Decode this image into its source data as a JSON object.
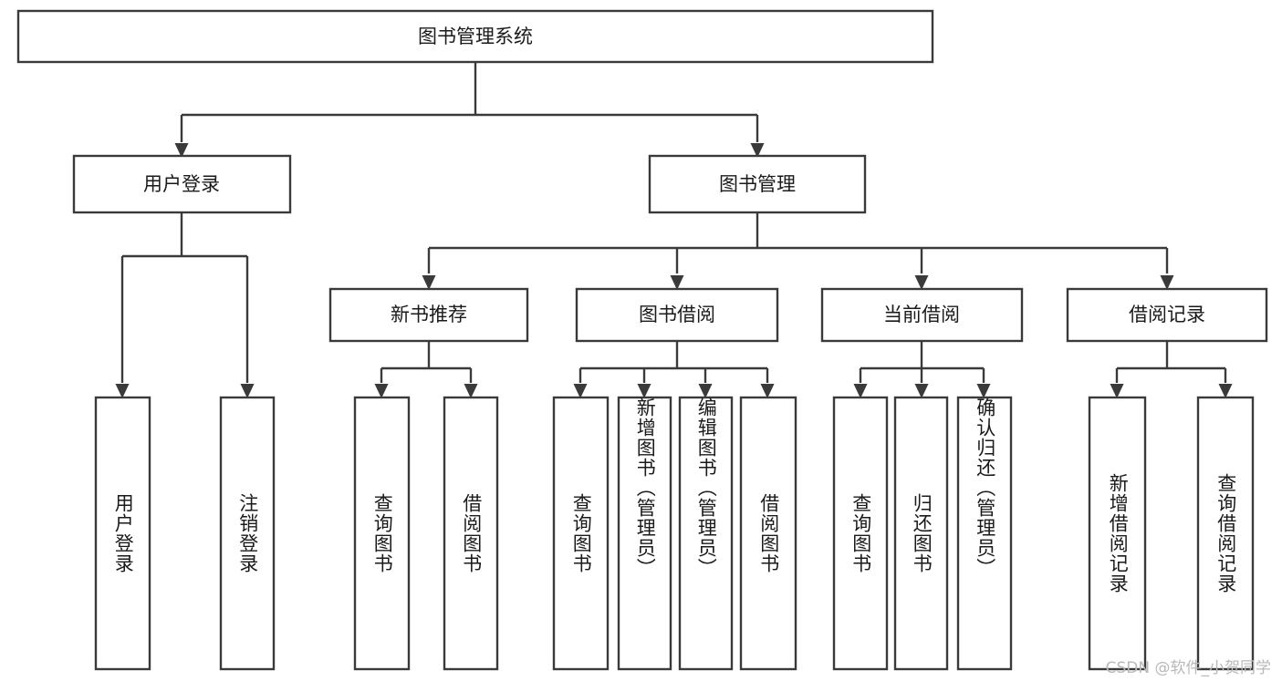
{
  "diagram": {
    "type": "tree",
    "title": "图书管理系统",
    "root": {
      "id": "root",
      "label": "图书管理系统",
      "orientation": "horizontal"
    },
    "level1": [
      {
        "id": "user-login",
        "label": "用户登录",
        "orientation": "horizontal"
      },
      {
        "id": "book-manage",
        "label": "图书管理",
        "orientation": "horizontal"
      }
    ],
    "level2": [
      {
        "id": "new-book-rec",
        "label": "新书推荐",
        "orientation": "horizontal",
        "parent": "book-manage"
      },
      {
        "id": "book-borrow",
        "label": "图书借阅",
        "orientation": "horizontal",
        "parent": "book-manage"
      },
      {
        "id": "current-borrow",
        "label": "当前借阅",
        "orientation": "horizontal",
        "parent": "book-manage"
      },
      {
        "id": "borrow-record",
        "label": "借阅记录",
        "orientation": "horizontal",
        "parent": "book-manage"
      }
    ],
    "leaves": [
      {
        "id": "leaf-user-login",
        "label": "用户登录",
        "orientation": "vertical",
        "parent": "user-login"
      },
      {
        "id": "leaf-user-logout",
        "label": "注销登录",
        "orientation": "vertical",
        "parent": "user-login"
      },
      {
        "id": "leaf-query-book-1",
        "label": "查询图书",
        "orientation": "vertical",
        "parent": "new-book-rec"
      },
      {
        "id": "leaf-borrow-book-1",
        "label": "借阅图书",
        "orientation": "vertical",
        "parent": "new-book-rec"
      },
      {
        "id": "leaf-query-book-2",
        "label": "查询图书",
        "orientation": "vertical",
        "parent": "book-borrow"
      },
      {
        "id": "leaf-add-book",
        "label": "新增图书（管理员）",
        "orientation": "vertical",
        "parent": "book-borrow"
      },
      {
        "id": "leaf-edit-book",
        "label": "编辑图书（管理员）",
        "orientation": "vertical",
        "parent": "book-borrow"
      },
      {
        "id": "leaf-borrow-book-2",
        "label": "借阅图书",
        "orientation": "vertical",
        "parent": "book-borrow"
      },
      {
        "id": "leaf-query-book-3",
        "label": "查询图书",
        "orientation": "vertical",
        "parent": "current-borrow"
      },
      {
        "id": "leaf-return-book",
        "label": "归还图书",
        "orientation": "vertical",
        "parent": "current-borrow"
      },
      {
        "id": "leaf-confirm-return",
        "label": "确认归还（管理员）",
        "orientation": "vertical",
        "parent": "current-borrow"
      },
      {
        "id": "leaf-add-record",
        "label": "新增借阅记录",
        "orientation": "vertical",
        "parent": "borrow-record"
      },
      {
        "id": "leaf-query-record",
        "label": "查询借阅记录",
        "orientation": "vertical",
        "parent": "borrow-record"
      }
    ],
    "colors": {
      "stroke": "#3a3a3a",
      "fill": "#ffffff",
      "text": "#1a1a1a",
      "background": "#ffffff",
      "watermark": "#b9b9b9"
    }
  },
  "watermark": {
    "text": "CSDN @软件_小贺同学"
  }
}
